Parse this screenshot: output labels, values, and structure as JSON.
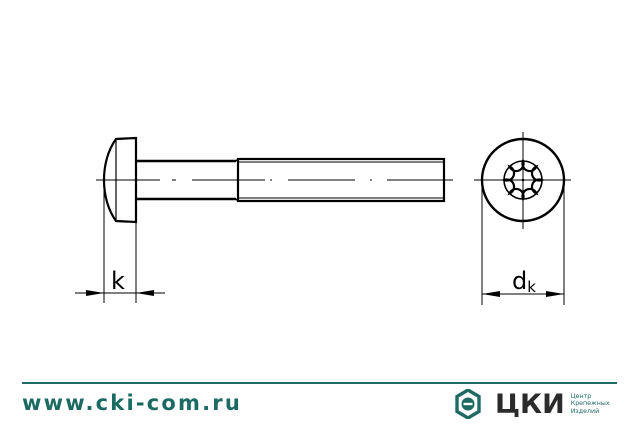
{
  "drawing": {
    "subject": "pan head screw with hexalobular (Torx) recess",
    "side_view": {
      "dimension_label": "k"
    },
    "top_view": {
      "dimension_label_main": "d",
      "dimension_label_sub": "k"
    },
    "stroke_color": "#000000"
  },
  "footer": {
    "url": "www.cki-com.ru",
    "brand_color": "#1f6b63",
    "logo": {
      "icon": "hexagon-logo-icon",
      "name": "ЦКИ",
      "tagline_line1": "Центр",
      "tagline_line2": "Крепежных",
      "tagline_line3": "Изделий"
    }
  }
}
